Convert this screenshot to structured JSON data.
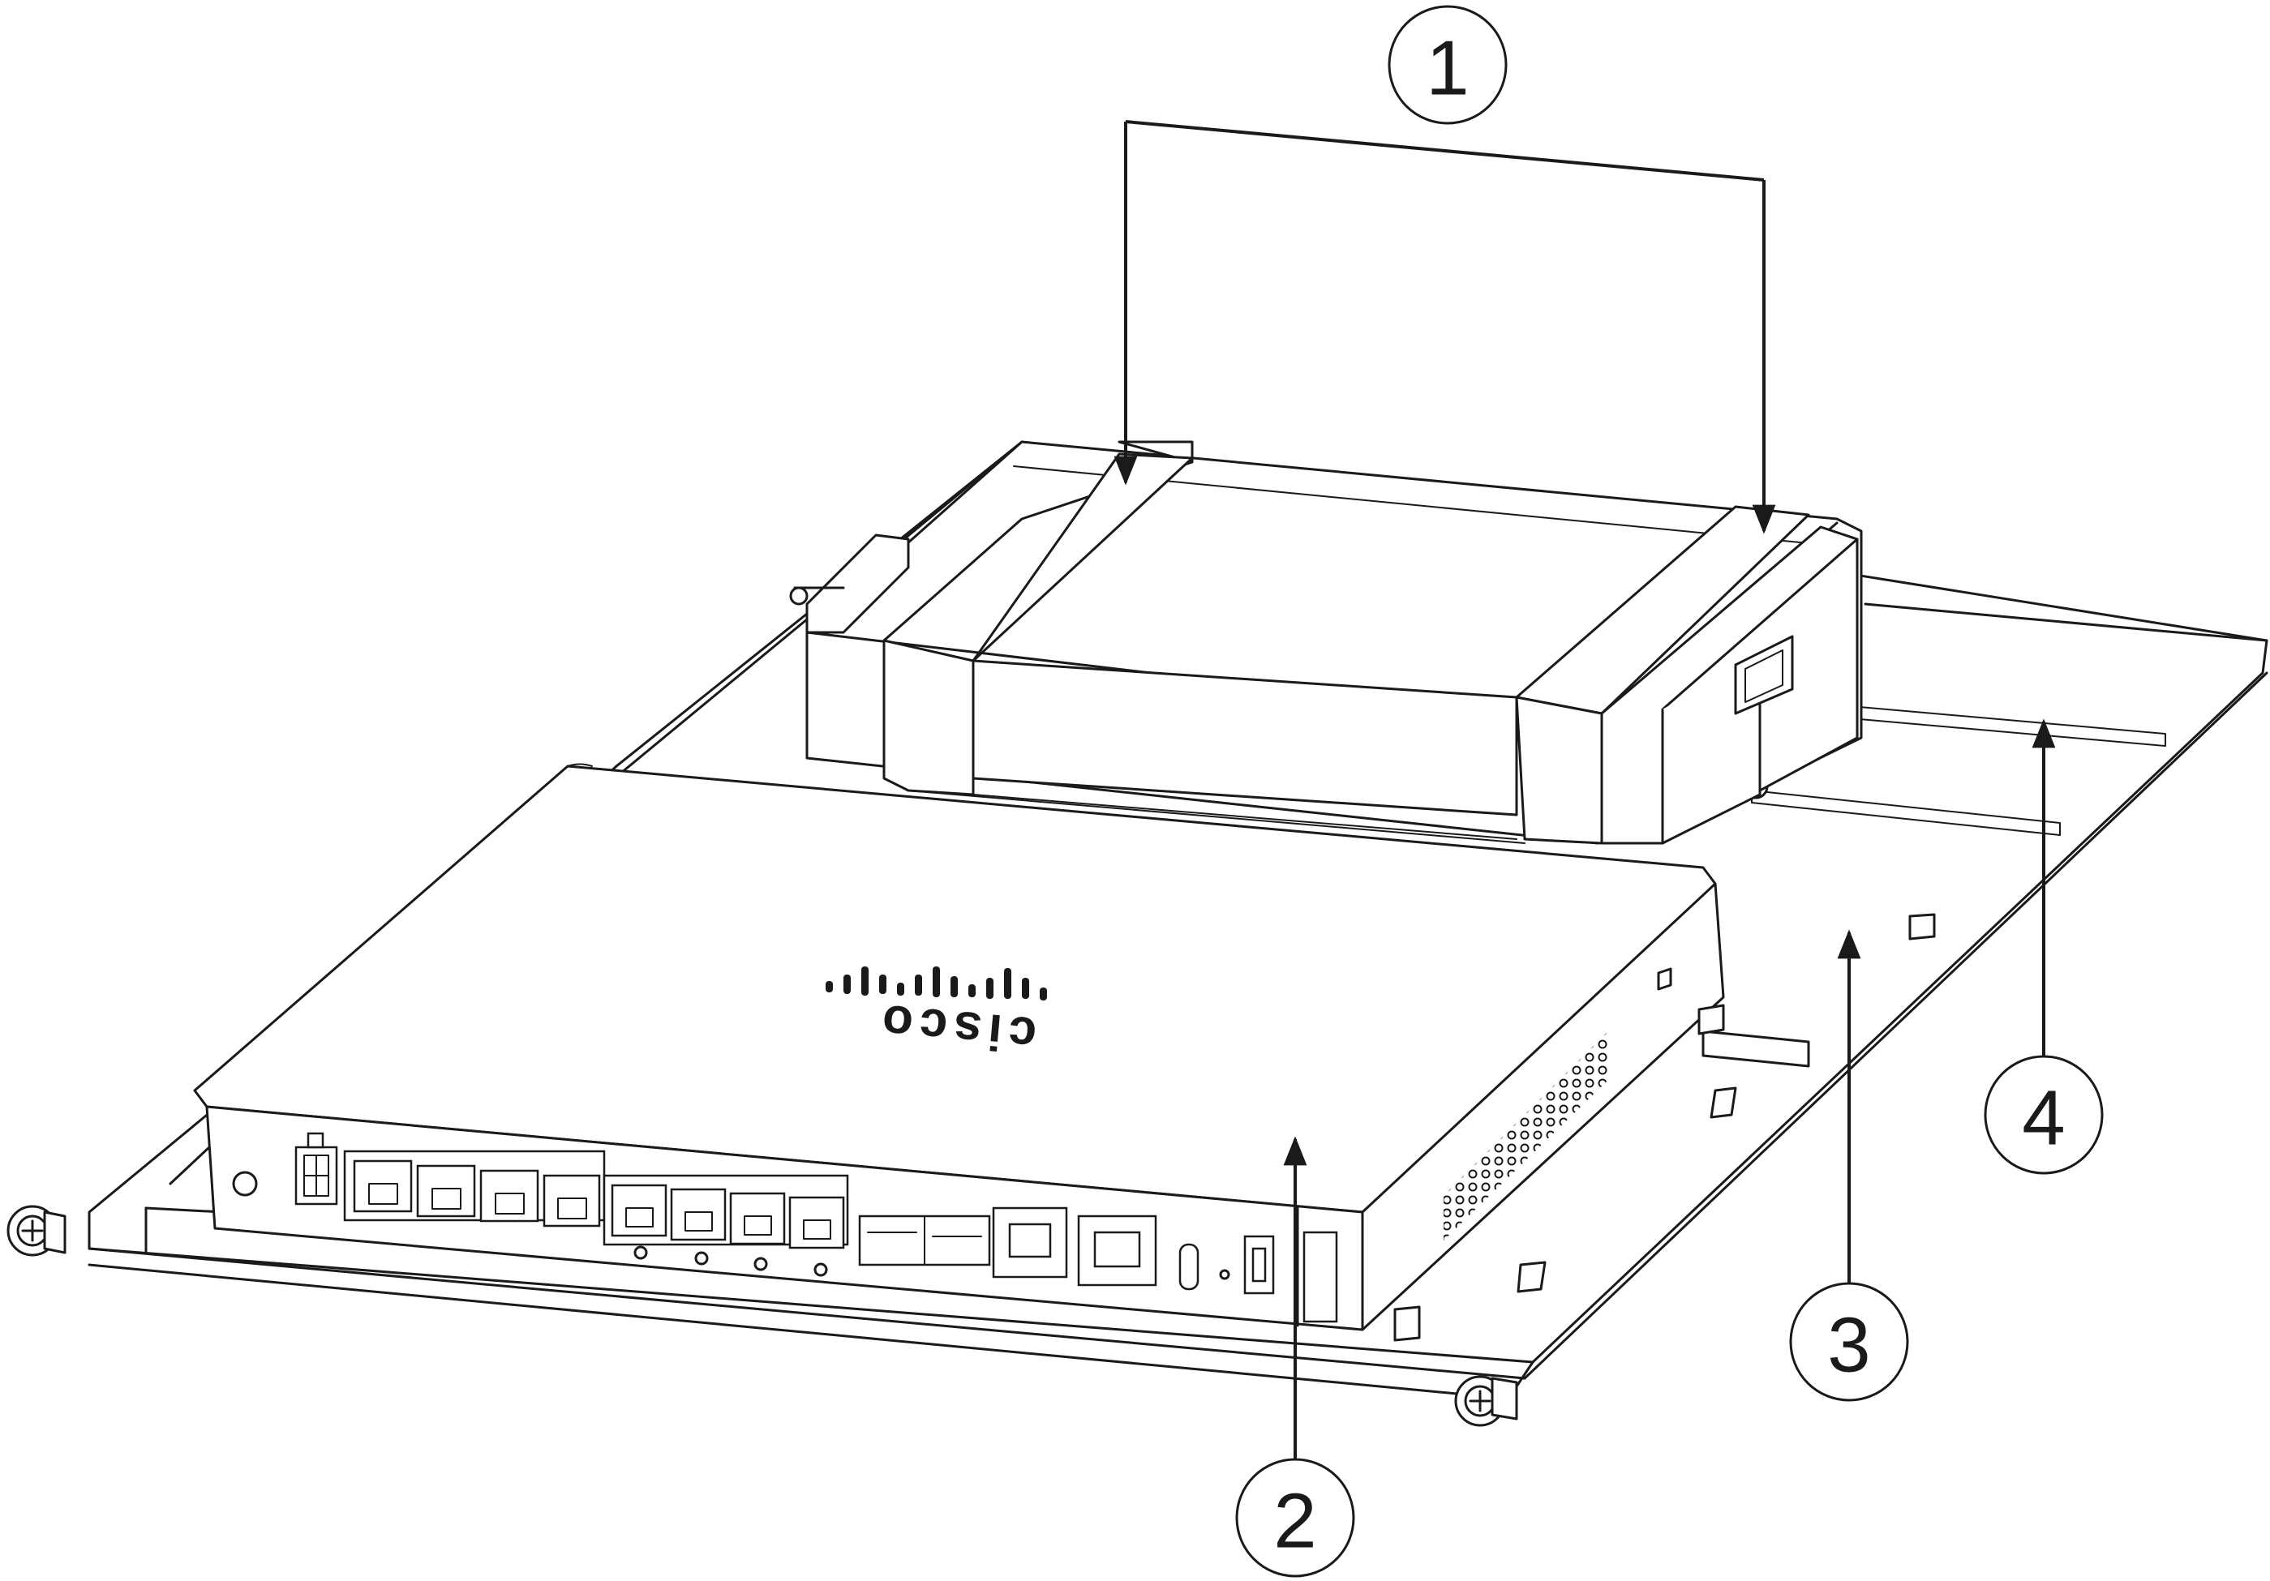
{
  "diagram": {
    "brand_logo": "cisco",
    "callouts": [
      {
        "id": "1",
        "label": "1"
      },
      {
        "id": "2",
        "label": "2"
      },
      {
        "id": "3",
        "label": "3"
      },
      {
        "id": "4",
        "label": "4"
      }
    ]
  },
  "colors": {
    "line": "#1a1a1a",
    "background": "#ffffff"
  }
}
